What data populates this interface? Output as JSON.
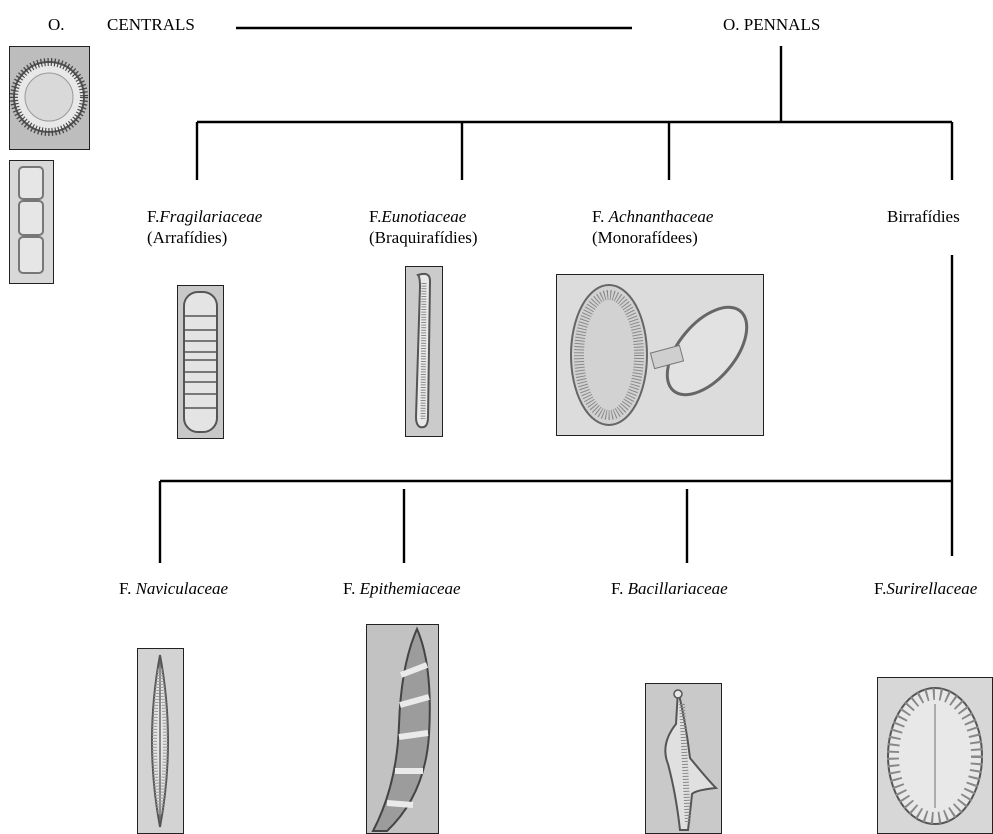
{
  "orders": {
    "centrals": {
      "prefix": "O.",
      "name": "CENTRALS"
    },
    "pennals": {
      "label": "O. PENNALS"
    }
  },
  "families_top": [
    {
      "prefix": "F.",
      "name": "Fragilariaceae",
      "group": "(Arrafídies)"
    },
    {
      "prefix": "F.",
      "name": "Eunotiaceae",
      "group": "(Braquirafídies)"
    },
    {
      "prefix": "F. ",
      "name": "Achnanthaceae",
      "group": "(Monorafídees)"
    },
    {
      "label": "Birrafídies"
    }
  ],
  "families_bottom": [
    {
      "prefix": "F. ",
      "name": "Naviculaceae"
    },
    {
      "prefix": "F. ",
      "name": "Epithemiaceae"
    },
    {
      "prefix": "F. ",
      "name": "Bacillariaceae"
    },
    {
      "prefix": "F.",
      "name": "Surirellaceae"
    }
  ]
}
